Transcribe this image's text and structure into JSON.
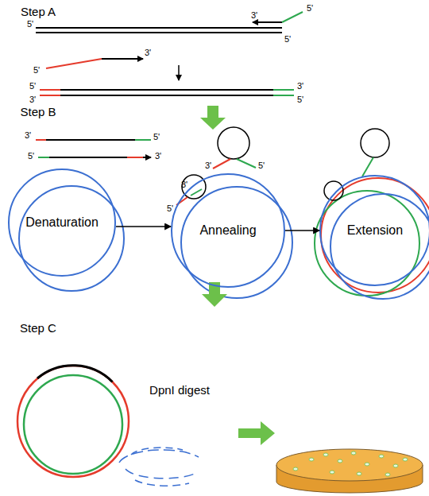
{
  "diagram": {
    "nodes": [
      {
        "text": [
          "Denaturation"
        ]
      },
      {
        "text": [
          "Annealing"
        ]
      },
      {
        "text": [
          "Extension"
        ]
      }
    ],
    "edges": [
      {
        "from": 0,
        "to": 1,
        "arrow": "to"
      },
      {
        "from": 1,
        "to": 2,
        "arrow": "to"
      }
    ],
    "labels": [
      "Step A",
      "5'",
      "3'",
      "5'",
      "5'",
      "5'",
      "3'",
      "5'",
      "3'",
      "3'",
      "5'",
      "Step B",
      "3'",
      "5'",
      "5'",
      "3'",
      "3'",
      "5'",
      "5'",
      "3'",
      "Step C",
      "DpnI digest"
    ]
  }
}
